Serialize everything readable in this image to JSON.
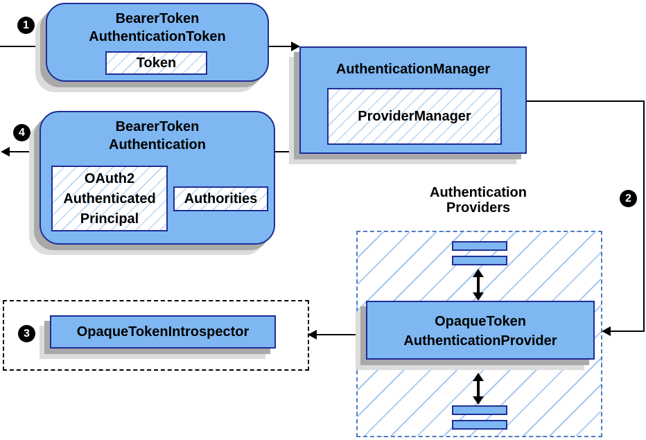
{
  "nodes": {
    "bearer_token_authentication_token": {
      "line1": "BearerToken",
      "line2": "AuthenticationToken",
      "token_label": "Token"
    },
    "authentication_manager": {
      "title": "AuthenticationManager",
      "provider_manager_label": "ProviderManager"
    },
    "bearer_token_authentication": {
      "line1": "BearerToken",
      "line2": "Authentication",
      "principal_line1": "OAuth2",
      "principal_line2": "Authenticated",
      "principal_line3": "Principal",
      "authorities_label": "Authorities"
    },
    "opaque_token_introspector": {
      "label": "OpaqueTokenIntrospector"
    },
    "authentication_providers": {
      "label_line1": "Authentication",
      "label_line2": "Providers"
    },
    "opaque_token_authentication_provider": {
      "line1": "OpaqueToken",
      "line2": "AuthenticationProvider"
    }
  },
  "steps": {
    "one": "1",
    "two": "2",
    "three": "3",
    "four": "4"
  },
  "colors": {
    "node_fill": "#7eb7f1",
    "node_border": "#1e2d96",
    "inner_hatch_line": "#b9d6f5",
    "providers_hatch_line": "#a6c9ef",
    "providers_border": "#4d7cbe",
    "introspector_border": "#000000",
    "connector": "#000000",
    "shadow_dark": "#a9a9a9",
    "shadow_light": "#dcdcdc",
    "badge_bg": "#000000",
    "badge_text": "#ffffff"
  }
}
